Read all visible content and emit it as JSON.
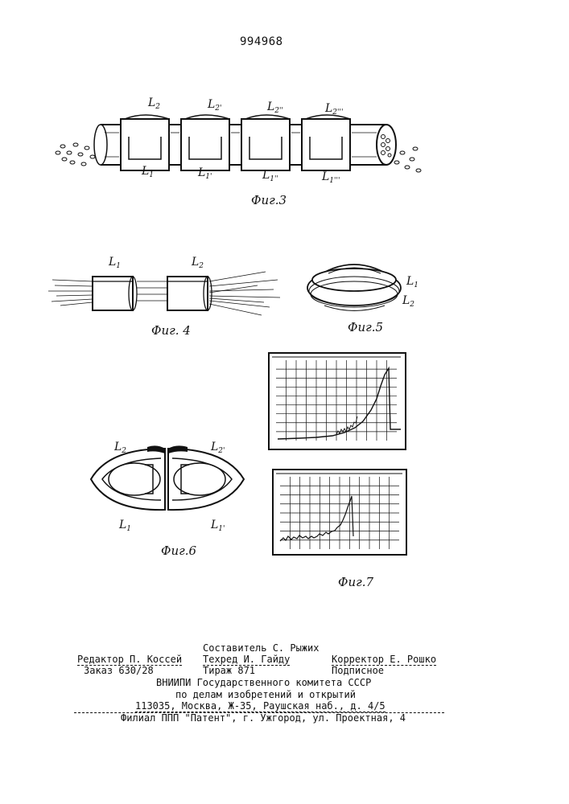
{
  "patent_number": "994968",
  "figures": {
    "fig3": {
      "caption": "Фиг.3",
      "labels_top": [
        "L2",
        "L2'",
        "L2''",
        "L2'''"
      ],
      "labels_bottom": [
        "L1",
        "L1'",
        "L1''",
        "L1'''"
      ]
    },
    "fig4": {
      "caption": "Фиг. 4",
      "labels": [
        "L1",
        "L2"
      ]
    },
    "fig5": {
      "caption": "Фиг.5",
      "labels": [
        "L1",
        "L2"
      ]
    },
    "fig6": {
      "caption": "Фиг.6",
      "labels_top": [
        "L2",
        "L2'"
      ],
      "labels_bottom": [
        "L1",
        "L1'"
      ]
    },
    "fig7": {
      "caption": "Фиг.7"
    }
  },
  "imprint": {
    "compiler": "Составитель С. Рыжих",
    "editor": "Редактор П. Коссей",
    "techred": "Техред И. Гайду",
    "corrector": "Корректор Е. Рошко",
    "order": "Заказ 630/28",
    "circulation": "Тираж 871",
    "subscription": "Подписное",
    "org1": "ВНИИПИ Государственного комитета СССР",
    "org2": "по делам изобретений и открытий",
    "address": "113035, Москва, Ж-35, Раушская наб., д. 4/5",
    "branch": "Филиал ППП \"Патент\", г. Ужгород, ул. Проектная, 4"
  }
}
